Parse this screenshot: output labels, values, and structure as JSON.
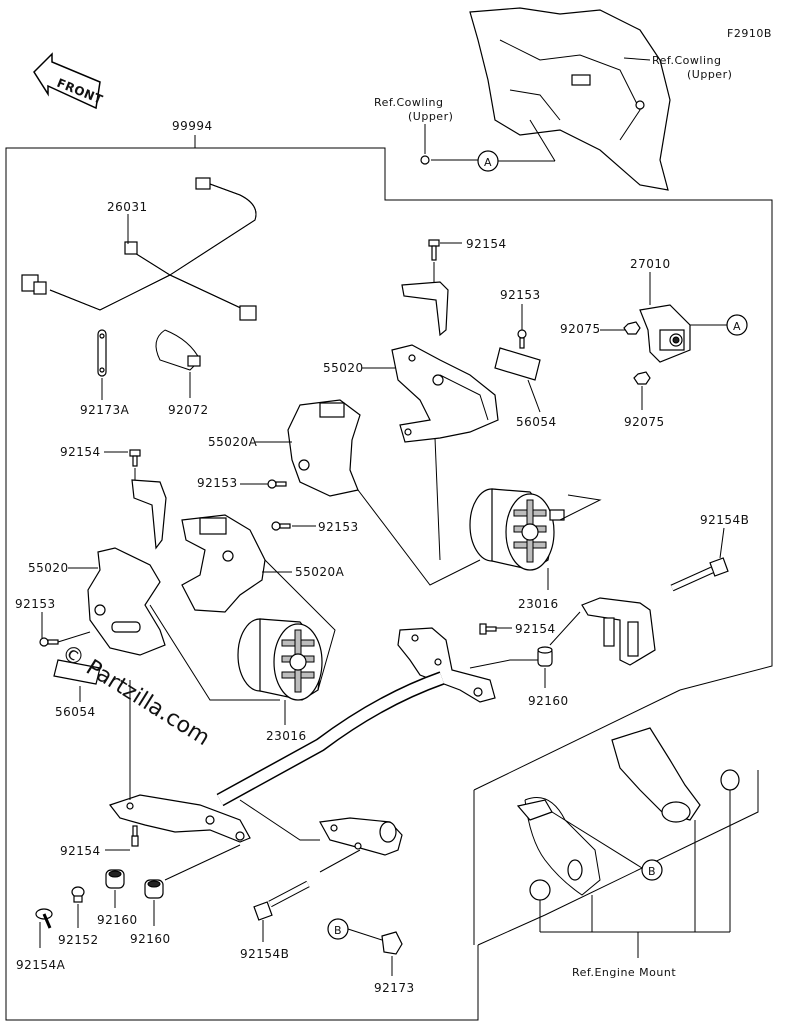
{
  "diagram_code": "F2910B",
  "front_label": "FRONT",
  "watermark": "© Partzilla.com",
  "refs": {
    "cowling_upper_1": [
      "Ref.Cowling",
      "(Upper)"
    ],
    "cowling_upper_2": [
      "Ref.Cowling",
      "(Upper)"
    ],
    "engine_mount": "Ref.Engine Mount"
  },
  "callouts": {
    "a": "A",
    "b": "B"
  },
  "parts": {
    "p99994": "99994",
    "p26031": "26031",
    "p92173A": "92173A",
    "p92072": "92072",
    "p92154_top": "92154",
    "p92153_top": "92153",
    "p55020_right": "55020",
    "p56054_right": "56054",
    "p27010": "27010",
    "p92075_a": "92075",
    "p92075_b": "92075",
    "p92154_left": "92154",
    "p55020A_upper": "55020A",
    "p92153_mid": "92153",
    "p92153_mid2": "92153",
    "p55020A_lower": "55020A",
    "p55020_left": "55020",
    "p92153_left": "92153",
    "p56054_left": "56054",
    "p23016_left": "23016",
    "p23016_right": "23016",
    "p92154B_right": "92154B",
    "p92154_mid": "92154",
    "p92160_right": "92160",
    "p92154_bottom": "92154",
    "p92160_a": "92160",
    "p92160_b": "92160",
    "p92152": "92152",
    "p92154A": "92154A",
    "p92154B_bottom": "92154B",
    "p92173": "92173"
  }
}
